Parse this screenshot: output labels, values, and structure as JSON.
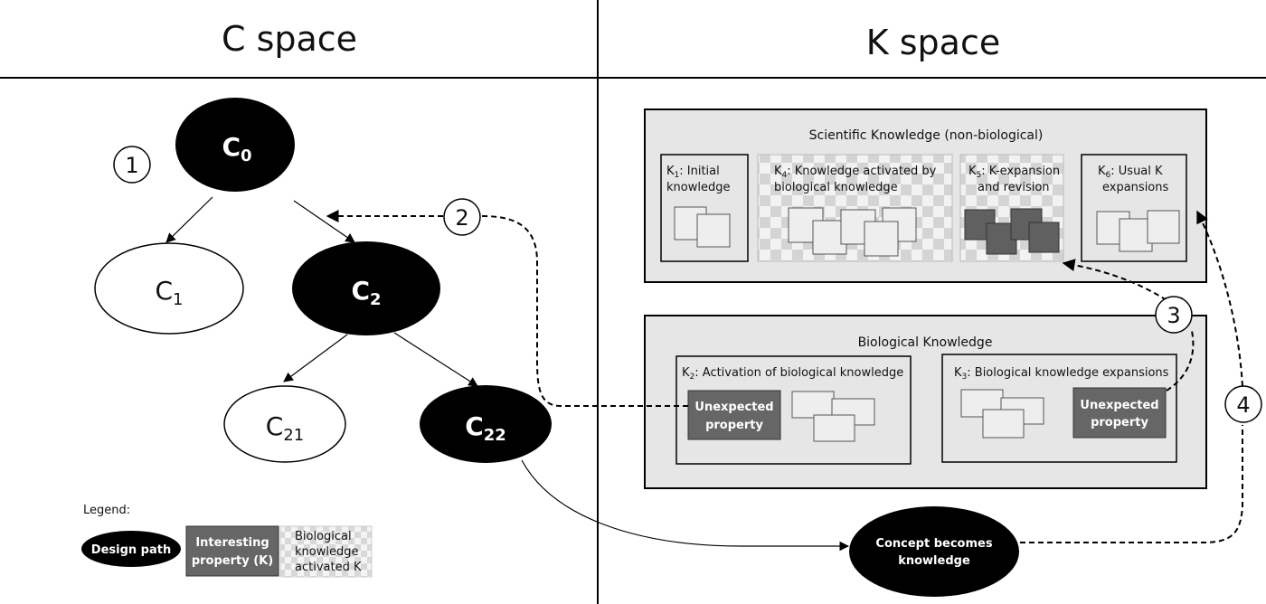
{
  "headers": {
    "c_space": "C space",
    "k_space": "K space"
  },
  "concepts": {
    "c0": {
      "letter": "C",
      "sub": "0"
    },
    "c1": {
      "letter": "C",
      "sub": "1"
    },
    "c2": {
      "letter": "C",
      "sub": "2"
    },
    "c21": {
      "letter": "C",
      "sub": "21"
    },
    "c22": {
      "letter": "C",
      "sub": "22"
    }
  },
  "steps": [
    "1",
    "2",
    "3",
    "4"
  ],
  "scientific": {
    "title": "Scientific Knowledge (non-biological)",
    "k1": {
      "k": "K",
      "sub": "1",
      "line1": ": Initial",
      "line2": "knowledge"
    },
    "k4": {
      "k": "K",
      "sub": "4",
      "line1": ": Knowledge activated by",
      "line2": "biological knowledge"
    },
    "k5": {
      "k": "K",
      "sub": "5",
      "line1": ": K-expansion",
      "line2": "and revision"
    },
    "k6": {
      "k": "K",
      "sub": "6",
      "line1": ": Usual K",
      "line2": "expansions"
    }
  },
  "biological": {
    "title": "Biological Knowledge",
    "k2": {
      "k": "K",
      "sub": "2",
      "line1": ": Activation of biological knowledge"
    },
    "k3": {
      "k": "K",
      "sub": "3",
      "line1": ": Biological knowledge expansions"
    },
    "unexpected": {
      "line1": "Unexpected",
      "line2": "property"
    }
  },
  "concept_knowledge": {
    "line1": "Concept becomes",
    "line2": "knowledge"
  },
  "legend": {
    "title": "Legend:",
    "design_path": "Design path",
    "interesting": {
      "line1": "Interesting",
      "line2": "property (K)"
    },
    "bio_activated": {
      "line1": "Biological",
      "line2": "knowledge",
      "line3": "activated K"
    }
  },
  "colors": {
    "dark": "#000000",
    "box_fill": "#e6e6e6",
    "property_fill": "#666666",
    "k5_square": "#606060"
  }
}
